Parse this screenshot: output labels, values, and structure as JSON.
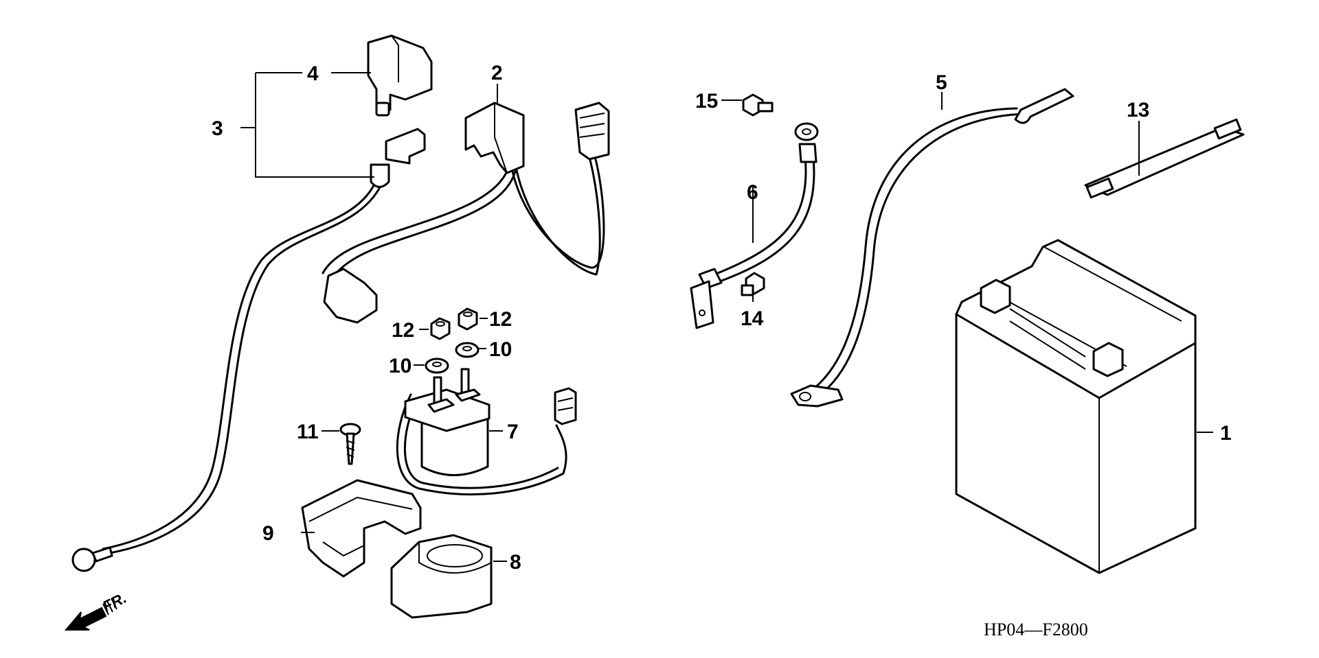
{
  "diagram_code": "HP04—F2800",
  "direction_label": "FR.",
  "callouts": [
    {
      "id": "1",
      "label": "1"
    },
    {
      "id": "2",
      "label": "2"
    },
    {
      "id": "3",
      "label": "3"
    },
    {
      "id": "4",
      "label": "4"
    },
    {
      "id": "5",
      "label": "5"
    },
    {
      "id": "6",
      "label": "6"
    },
    {
      "id": "7",
      "label": "7"
    },
    {
      "id": "8",
      "label": "8"
    },
    {
      "id": "9",
      "label": "9"
    },
    {
      "id": "10a",
      "label": "10"
    },
    {
      "id": "10b",
      "label": "10"
    },
    {
      "id": "11",
      "label": "11"
    },
    {
      "id": "12a",
      "label": "12"
    },
    {
      "id": "12b",
      "label": "12"
    },
    {
      "id": "13",
      "label": "13"
    },
    {
      "id": "14",
      "label": "14"
    },
    {
      "id": "15",
      "label": "15"
    }
  ]
}
